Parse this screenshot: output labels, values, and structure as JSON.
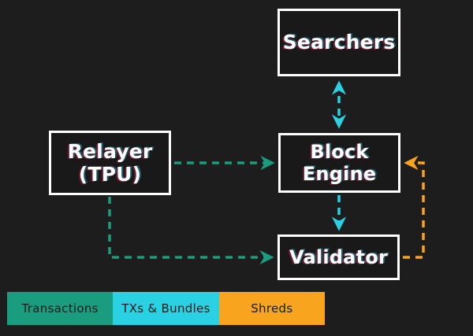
{
  "diagram": {
    "boxes": {
      "searchers": {
        "label": "Searchers"
      },
      "relayer": {
        "label": "Relayer (TPU)"
      },
      "block_engine": {
        "label": "Block Engine"
      },
      "validator": {
        "label": "Validator"
      }
    },
    "edges": [
      {
        "from": "Searchers",
        "to": "Block Engine",
        "kind": "TXs & Bundles",
        "direction": "both"
      },
      {
        "from": "Relayer (TPU)",
        "to": "Block Engine",
        "kind": "Transactions",
        "direction": "forward"
      },
      {
        "from": "Relayer (TPU)",
        "to": "Validator",
        "kind": "Transactions",
        "direction": "forward"
      },
      {
        "from": "Block Engine",
        "to": "Validator",
        "kind": "TXs & Bundles",
        "direction": "forward"
      },
      {
        "from": "Validator",
        "to": "Block Engine",
        "kind": "Shreds",
        "direction": "forward"
      }
    ]
  },
  "legend": {
    "items": [
      {
        "label": "Transactions",
        "color": "#1a9c7f"
      },
      {
        "label": "TXs & Bundles",
        "color": "#29d1e2"
      },
      {
        "label": "Shreds",
        "color": "#f9a41f"
      }
    ]
  },
  "colors": {
    "background": "#1e1d1d",
    "box_border": "#ffffff",
    "box_text": "#ffffff",
    "transactions": "#1a9c7f",
    "txs_bundles": "#29d1e2",
    "shreds": "#f9a41f",
    "legend_text": "#101c1a"
  }
}
